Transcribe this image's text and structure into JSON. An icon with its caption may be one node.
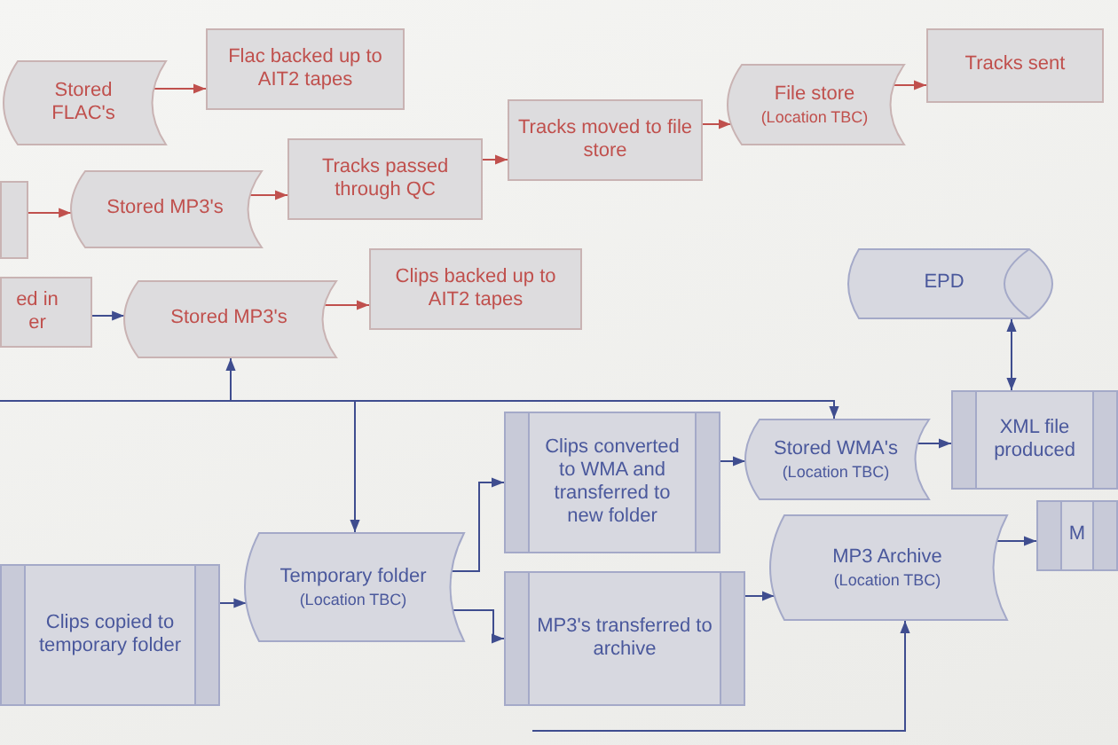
{
  "diagram": {
    "nodes": [
      {
        "text": [
          "Stored FLAC's"
        ]
      },
      {
        "text": [
          "Flac backed up to AIT2 tapes"
        ]
      },
      {
        "text": [
          "Stored MP3's"
        ]
      },
      {
        "text": [
          "Tracks passed through QC"
        ]
      },
      {
        "text": [
          "Tracks moved to file store"
        ]
      },
      {
        "text": [
          "File store",
          "(Location TBC)"
        ]
      },
      {
        "text": [
          "Tracks sent"
        ]
      },
      {
        "text": [],
        "shape": "box"
      },
      {
        "text": [
          "Stored MP3's"
        ]
      },
      {
        "text": [
          "Clips backed up to AIT2 tapes"
        ]
      },
      {
        "text": [
          "ed in er"
        ]
      },
      {
        "text": [
          "EPD"
        ]
      },
      {
        "text": [
          "Stored WMA's",
          "(Location TBC)"
        ]
      },
      {
        "text": [
          "XML file produced"
        ]
      },
      {
        "text": [
          "Clips converted to WMA and transferred to new folder"
        ]
      },
      {
        "text": [
          "Clips copied to temporary folder"
        ]
      },
      {
        "text": [
          "Temporary folder",
          "(Location TBC)"
        ]
      },
      {
        "text": [
          "MP3's transferred to archive"
        ]
      },
      {
        "text": [
          "MP3 Archive",
          "(Location TBC)"
        ]
      },
      {
        "text": [
          "M"
        ]
      }
    ],
    "edges": [
      {
        "from": 0,
        "to": 1,
        "arrow": "to",
        "color": "#c0504d"
      },
      {
        "from": 2,
        "to": 3,
        "arrow": "to",
        "color": "#c0504d"
      },
      {
        "from": 3,
        "to": 4,
        "arrow": "to",
        "color": "#c0504d"
      },
      {
        "from": 4,
        "to": 5,
        "arrow": "to",
        "color": "#c0504d"
      },
      {
        "from": 5,
        "to": 6,
        "arrow": "to",
        "color": "#c0504d"
      },
      {
        "from": 7,
        "to": 2,
        "arrow": "to",
        "color": "#c0504d"
      },
      {
        "from": 8,
        "to": 9,
        "arrow": "to",
        "color": "#c0504d"
      },
      {
        "from": 10,
        "to": 8,
        "arrow": "to"
      },
      {
        "from": null,
        "to": 8,
        "arrow": "to"
      },
      {
        "from": null,
        "to": 16,
        "arrow": "to"
      },
      {
        "from": null,
        "to": 12,
        "arrow": "to"
      },
      {
        "from": null,
        "to": 18,
        "arrow": "to"
      },
      {
        "from": 15,
        "to": 16,
        "arrow": "to"
      },
      {
        "from": 16,
        "to": 14,
        "arrow": "to"
      },
      {
        "from": 16,
        "to": 17,
        "arrow": "to"
      },
      {
        "from": 14,
        "to": 12,
        "arrow": "to"
      },
      {
        "from": 12,
        "to": 13,
        "arrow": "to"
      },
      {
        "from": 13,
        "to": 11,
        "arrow": "both"
      },
      {
        "from": 17,
        "to": 18,
        "arrow": "to"
      },
      {
        "from": 18,
        "to": 19,
        "arrow": "to"
      }
    ]
  }
}
